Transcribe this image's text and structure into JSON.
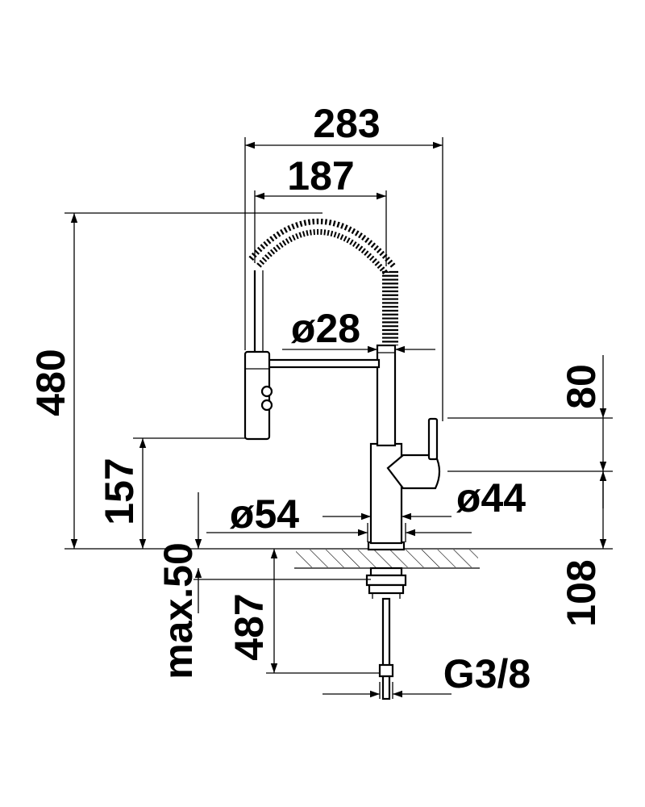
{
  "colors": {
    "line": "#000000",
    "background": "#ffffff"
  },
  "dimensions": {
    "total_width": "283",
    "spout_reach": "187",
    "height": "480",
    "spray_head_height": "157",
    "spout_diameter": "ø28",
    "body_diameter": "ø44",
    "base_diameter": "ø54",
    "lever_height": "80",
    "counter_to_lever": "108",
    "counter_thickness": "max.50",
    "hose_length": "487",
    "thread": "G3/8"
  }
}
